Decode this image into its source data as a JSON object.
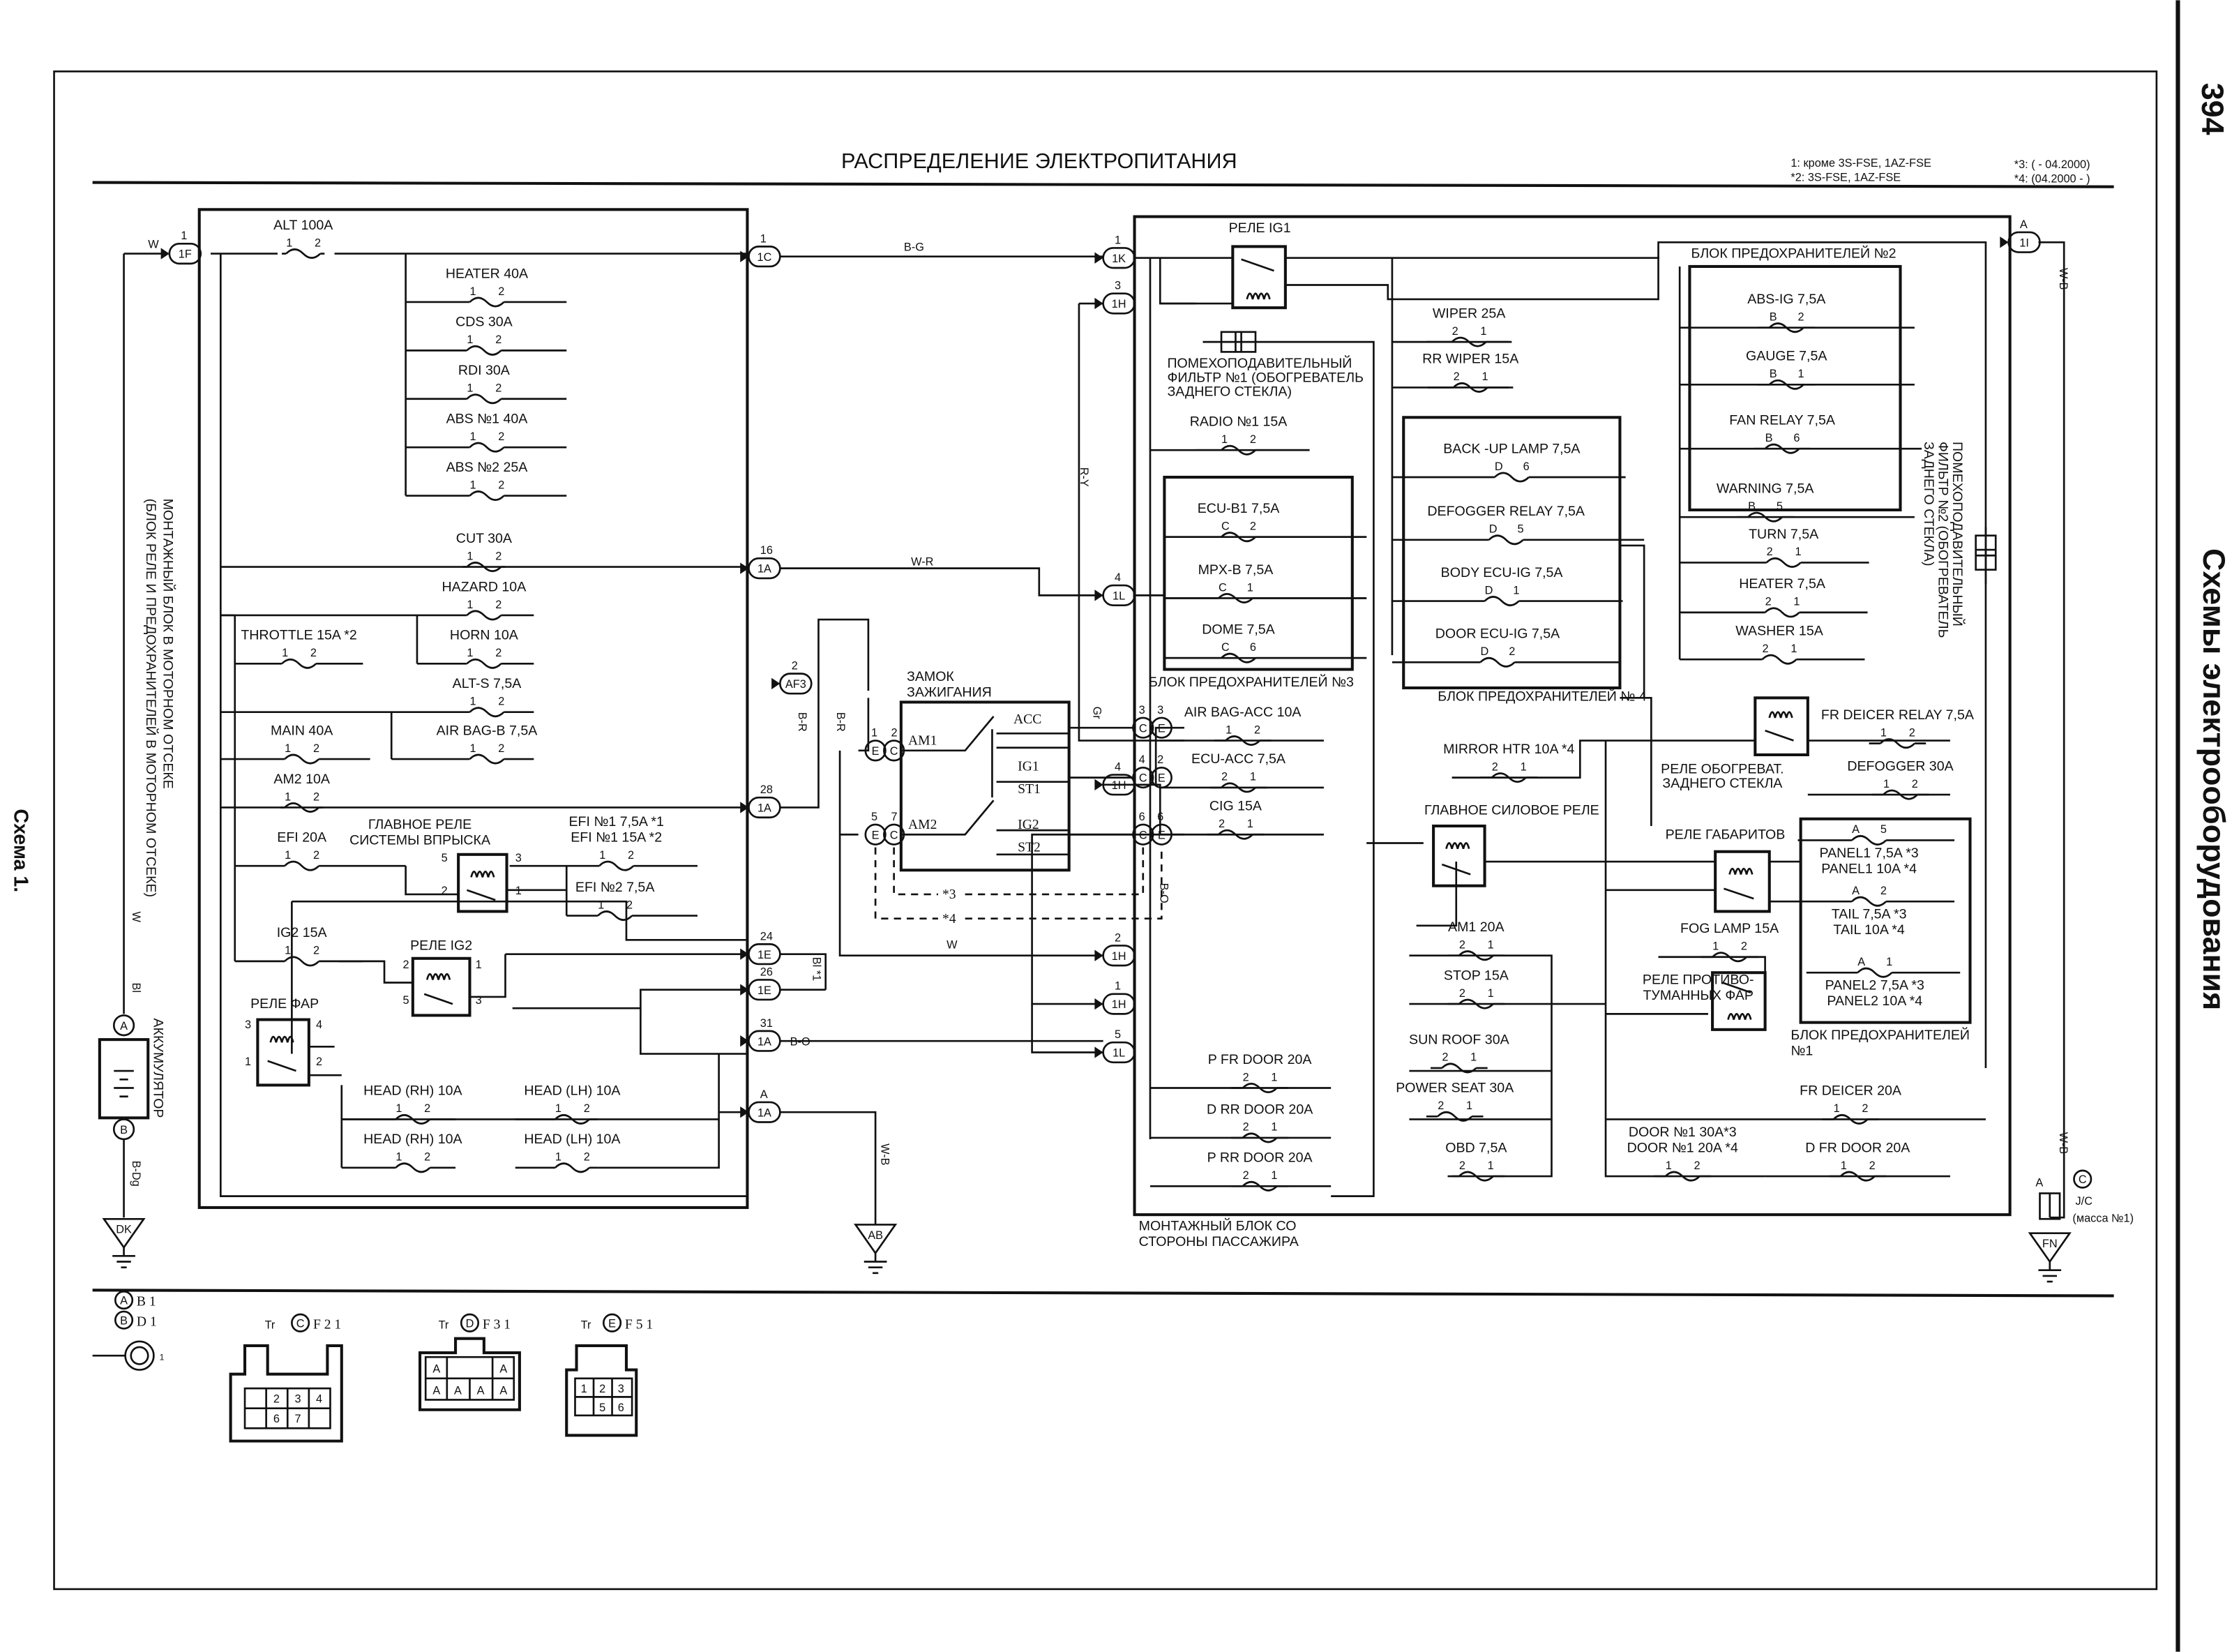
{
  "page": {
    "number": "394",
    "section": "Схемы электрооборудования",
    "scheme": "Схема 1.",
    "title": "РАСПРЕДЕЛЕНИЕ ЭЛЕКТРОПИТАНИЯ",
    "notes": [
      "1: кроме 3S-FSE, 1AZ-FSE",
      "*2: 3S-FSE, 1AZ-FSE",
      "*3: ( - 04.2000)",
      "*4: (04.2000 - )"
    ]
  },
  "engine_block": {
    "label": [
      "МОНТАЖНЫЙ БЛОК В МОТОРНОМ ОТСЕКЕ",
      "(БЛОК РЕЛЕ И ПРЕДОХРАНИТЕЛЕЙ В МОТОРНОМ ОТСЕКЕ)"
    ],
    "fuses": [
      {
        "label": "ALT 100A",
        "pins": [
          "1",
          "2"
        ]
      },
      {
        "label": "HEATER 40A",
        "pins": [
          "1",
          "2"
        ]
      },
      {
        "label": "CDS 30A",
        "pins": [
          "1",
          "2"
        ]
      },
      {
        "label": "RDI 30A",
        "pins": [
          "1",
          "2"
        ]
      },
      {
        "label": "ABS №1 40A",
        "pins": [
          "1",
          "2"
        ]
      },
      {
        "label": "ABS №2 25A",
        "pins": [
          "1",
          "2"
        ]
      },
      {
        "label": "CUT 30A",
        "pins": [
          "1",
          "2"
        ]
      },
      {
        "label": "HAZARD 10A",
        "pins": [
          "1",
          "2"
        ]
      },
      {
        "label": "HORN 10A",
        "pins": [
          "1",
          "2"
        ]
      },
      {
        "label": "THROTTLE 15A *2",
        "pins": [
          "1",
          "2"
        ]
      },
      {
        "label": "ALT-S 7,5A",
        "pins": [
          "1",
          "2"
        ]
      },
      {
        "label": "MAIN 40A",
        "pins": [
          "1",
          "2"
        ]
      },
      {
        "label": "AIR BAG-B 7,5A",
        "pins": [
          "1",
          "2"
        ]
      },
      {
        "label": "AM2 10A",
        "pins": [
          "1",
          "2"
        ]
      },
      {
        "label": "EFI 20A",
        "pins": [
          "1",
          "2"
        ]
      },
      {
        "label": [
          "EFI №1 7,5A *1",
          "EFI №1 15A *2"
        ],
        "pins": [
          "1",
          "2"
        ]
      },
      {
        "label": "EFI №2 7,5A",
        "pins": [
          "1",
          "2"
        ]
      },
      {
        "label": "IG2 15A",
        "pins": [
          "1",
          "2"
        ]
      },
      {
        "label": "HEAD (RH) 10A",
        "pins": [
          "1",
          "2"
        ]
      },
      {
        "label": "HEAD (LH) 10A",
        "pins": [
          "1",
          "2"
        ]
      },
      {
        "label": "HEAD (RH) 10A",
        "pins": [
          "1",
          "2"
        ]
      },
      {
        "label": "HEAD (LH) 10A",
        "pins": [
          "1",
          "2"
        ]
      }
    ],
    "relays": {
      "efi_main": [
        "ГЛАВНОЕ РЕЛЕ",
        "СИСТЕМЫ ВПРЫСКА"
      ],
      "ig2": "РЕЛЕ IG2",
      "head": "РЕЛЕ ФАР"
    },
    "relay_pins": [
      "5",
      "3",
      "2",
      "1",
      "5",
      "3",
      "2",
      "1",
      "3",
      "4",
      "1",
      "2"
    ]
  },
  "passenger_block": {
    "label": [
      "МОНТАЖНЫЙ БЛОК СО",
      "СТОРОНЫ ПАССАЖИРА"
    ],
    "fuses": [
      {
        "label": "WIPER 25A",
        "pins": [
          "2",
          "1"
        ]
      },
      {
        "label": "RR WIPER 15A",
        "pins": [
          "2",
          "1"
        ]
      },
      {
        "label": "RADIO №1 15A",
        "pins": [
          "1",
          "2"
        ]
      },
      {
        "label": "ECU-B1 7,5A",
        "pins": [
          "C",
          "2"
        ]
      },
      {
        "label": "MPX-B 7,5A",
        "pins": [
          "C",
          "1"
        ]
      },
      {
        "label": "DOME 7,5A",
        "pins": [
          "C",
          "6"
        ]
      },
      {
        "label": "BACK -UP LAMP 7,5A",
        "pins": [
          "D",
          "6"
        ]
      },
      {
        "label": "DEFOGGER RELAY 7,5A",
        "pins": [
          "D",
          "5"
        ]
      },
      {
        "label": "BODY ECU-IG 7,5A",
        "pins": [
          "D",
          "1"
        ]
      },
      {
        "label": "DOOR ECU-IG 7,5A",
        "pins": [
          "D",
          "2"
        ]
      },
      {
        "label": "ABS-IG 7,5A",
        "pins": [
          "B",
          "2"
        ]
      },
      {
        "label": "GAUGE 7,5A",
        "pins": [
          "B",
          "1"
        ]
      },
      {
        "label": "FAN RELAY 7,5A",
        "pins": [
          "B",
          "6"
        ]
      },
      {
        "label": "WARNING 7,5A",
        "pins": [
          "B",
          "5"
        ]
      },
      {
        "label": "TURN 7,5A",
        "pins": [
          "2",
          "1"
        ]
      },
      {
        "label": "HEATER 7,5A",
        "pins": [
          "2",
          "1"
        ]
      },
      {
        "label": "WASHER 15A",
        "pins": [
          "2",
          "1"
        ]
      },
      {
        "label": "AIR BAG-ACC 10A",
        "pins": [
          "1",
          "2"
        ]
      },
      {
        "label": "ECU-ACC 7,5A",
        "pins": [
          "2",
          "1"
        ]
      },
      {
        "label": "CIG 15A",
        "pins": [
          "2",
          "1"
        ]
      },
      {
        "label": "MIRROR HTR 10A *4",
        "pins": [
          "2",
          "1"
        ]
      },
      {
        "label": "FR DEICER RELAY 7,5A",
        "pins": [
          "1",
          "2"
        ]
      },
      {
        "label": "DEFOGGER 30A",
        "pins": [
          "1",
          "2"
        ]
      },
      {
        "label": [
          "PANEL1 7,5A *3",
          "PANEL1 10A *4"
        ],
        "pins": [
          "A",
          "5"
        ]
      },
      {
        "label": [
          "TAIL 7,5A *3",
          "TAIL 10A *4"
        ],
        "pins": [
          "A",
          "2"
        ]
      },
      {
        "label": [
          "PANEL2 7,5A *3",
          "PANEL2 10A *4"
        ],
        "pins": [
          "A",
          "1"
        ]
      },
      {
        "label": "AM1 20A",
        "pins": [
          "2",
          "1"
        ]
      },
      {
        "label": "STOP 15A",
        "pins": [
          "2",
          "1"
        ]
      },
      {
        "label": "FOG LAMP 15A",
        "pins": [
          "1",
          "2"
        ]
      },
      {
        "label": "SUN ROOF 30A",
        "pins": [
          "2",
          "1"
        ]
      },
      {
        "label": "POWER SEAT 30A",
        "pins": [
          "2",
          "1"
        ]
      },
      {
        "label": "OBD 7,5A",
        "pins": [
          "2",
          "1"
        ]
      },
      {
        "label": "P FR DOOR 20A",
        "pins": [
          "2",
          "1"
        ]
      },
      {
        "label": "D RR DOOR 20A",
        "pins": [
          "2",
          "1"
        ]
      },
      {
        "label": "P RR DOOR 20A",
        "pins": [
          "2",
          "1"
        ]
      },
      {
        "label": "FR DEICER 20A",
        "pins": [
          "1",
          "2"
        ]
      },
      {
        "label": "D FR DOOR 20A",
        "pins": [
          "1",
          "2"
        ]
      },
      {
        "label": [
          "DOOR №1 30A*3",
          "DOOR №1 20A *4"
        ],
        "pins": [
          "1",
          "2"
        ]
      }
    ],
    "fuse_blocks": {
      "no1": [
        "БЛОК ПРЕДОХРАНИТЕЛЕЙ",
        "№1"
      ],
      "no2": "БЛОК ПРЕДОХРАНИТЕЛЕЙ №2",
      "no3": "БЛОК ПРЕДОХРАНИТЕЛЕЙ №3",
      "no4": "БЛОК ПРЕДОХРАНИТЕЛЕЙ № 4"
    },
    "relays": {
      "ig1": "РЕЛЕ IG1",
      "main_power": "ГЛАВНОЕ СИЛОВОЕ РЕЛЕ",
      "defogger": [
        "РЕЛЕ ОБОГРЕВАТ.",
        "ЗАДНЕГО СТЕКЛА"
      ],
      "tail": "РЕЛЕ ГАБАРИТОВ",
      "fog": [
        "РЕЛЕ ПРОТИВО-",
        "ТУМАННЫХ ФАР"
      ]
    },
    "filters": {
      "no1": [
        "ПОМЕХОПОДАВИТЕЛЬНЫЙ",
        "ФИЛЬТР №1 (ОБОГРЕВАТЕЛЬ",
        "ЗАДНЕГО СТЕКЛА)"
      ],
      "no2": [
        "ПОМЕХОПОДАВИТЕЛЬНЫЙ",
        "ФИЛЬТР №2 (ОБОГРЕВАТЕЛЬ",
        "ЗАДНЕГО СТЕКЛА)"
      ]
    }
  },
  "ignition_switch": {
    "label": [
      "ЗАМОК",
      "ЗАЖИГАНИЯ"
    ],
    "terminals": [
      "AM1",
      "AM2",
      "ACC",
      "IG1",
      "ST1",
      "IG2",
      "ST2"
    ],
    "variants": [
      "*3",
      "*4"
    ],
    "left_pins": [
      "1",
      "2",
      "5",
      "7"
    ],
    "right_pins": [
      "3",
      "3",
      "4",
      "2",
      "6",
      "6"
    ],
    "connector_letters": [
      "E",
      "C"
    ]
  },
  "battery": {
    "label": "АККУМУЛЯТОР",
    "connectors": [
      "A",
      "B"
    ]
  },
  "connectors": {
    "c1F": {
      "id": "1F",
      "pin": "1"
    },
    "c1C": {
      "id": "1C",
      "pin": "1"
    },
    "c1A16": {
      "id": "1A",
      "pin": "16"
    },
    "cAF3": {
      "id": "AF3",
      "pin": "2"
    },
    "c1A28": {
      "id": "1A",
      "pin": "28"
    },
    "c1E24": {
      "id": "1E",
      "pin": "24"
    },
    "c1E26": {
      "id": "1E",
      "pin": "26"
    },
    "c1A31": {
      "id": "1A",
      "pin": "31"
    },
    "c1A": {
      "id": "1A",
      "pin": "A"
    },
    "c1K": {
      "id": "1K",
      "pin": "1"
    },
    "c1H3": {
      "id": "1H",
      "pin": "3"
    },
    "c1L4": {
      "id": "1L",
      "pin": "4"
    },
    "c1H4": {
      "id": "1H",
      "pin": "4"
    },
    "c1H2": {
      "id": "1H",
      "pin": "2"
    },
    "c1H1": {
      "id": "1H",
      "pin": "1"
    },
    "c1L5": {
      "id": "1L",
      "pin": "5"
    },
    "c1I": {
      "id": "1I",
      "pin": "A"
    }
  },
  "wires": [
    "W",
    "B-G",
    "W-R",
    "B-R",
    "B-R",
    "Bl *1",
    "B-O",
    "W-B",
    "W",
    "R-Y",
    "Gr",
    "B-O",
    "W",
    "Bl",
    "B-Dg",
    "W-B",
    "W-B"
  ],
  "grounds": [
    "DK",
    "AB",
    "FN"
  ],
  "junction": {
    "pin": "A",
    "letter": "C",
    "label": "J/C",
    "sub": "(масса №1)"
  },
  "legend": {
    "items": [
      {
        "letter": "A",
        "code": "B 1"
      },
      {
        "letter": "B",
        "code": "D 1"
      }
    ],
    "ring_pin": "1",
    "connectors": [
      {
        "prefix": "Tr",
        "letter": "C",
        "code": "F 2 1",
        "cells": [
          "2",
          "3",
          "4",
          "6",
          "7"
        ]
      },
      {
        "prefix": "Tr",
        "letter": "D",
        "code": "F 3 1",
        "cells": [
          "A",
          "A",
          "A",
          "A",
          "A",
          "A"
        ]
      },
      {
        "prefix": "Tr",
        "letter": "E",
        "code": "F 5 1",
        "cells": [
          "1",
          "2",
          "3",
          "5",
          "6"
        ]
      }
    ]
  }
}
